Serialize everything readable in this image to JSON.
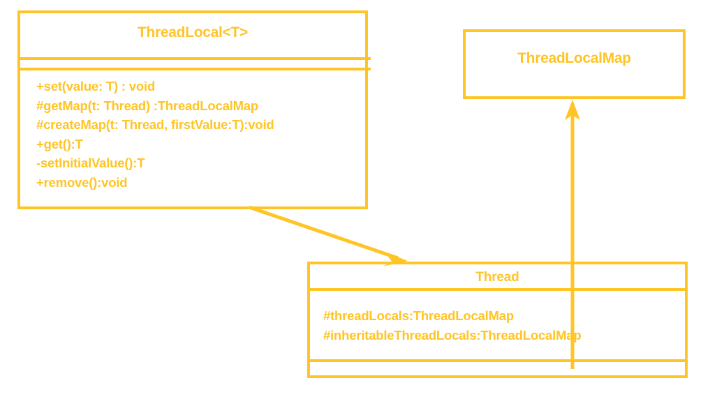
{
  "diagram": {
    "type": "uml-class-diagram",
    "background_color": "#ffffff",
    "accent_color": "#FFC425",
    "classes": [
      {
        "id": "threadlocal",
        "name": "ThreadLocal<T>",
        "attributes": [],
        "methods": [
          "+set(value: T) : void",
          "#getMap(t: Thread) :ThreadLocalMap",
          "#createMap(t: Thread, firstValue:T):void",
          "+get():T",
          "-setInitialValue():T",
          "+remove():void"
        ]
      },
      {
        "id": "threadlocalmap",
        "name": "ThreadLocalMap",
        "attributes": [],
        "methods": []
      },
      {
        "id": "thread",
        "name": "Thread",
        "attributes": [
          "#threadLocals:ThreadLocalMap",
          "#inheritableThreadLocals:ThreadLocalMap"
        ],
        "methods": []
      }
    ],
    "relationships": [
      {
        "id": "threadlocal-to-thread",
        "from": "threadlocal",
        "to": "thread",
        "style": "solid",
        "arrowhead": "filled-open"
      },
      {
        "id": "thread-to-threadlocalmap",
        "from": "thread",
        "to": "threadlocalmap",
        "style": "solid",
        "arrowhead": "filled-open"
      }
    ]
  }
}
